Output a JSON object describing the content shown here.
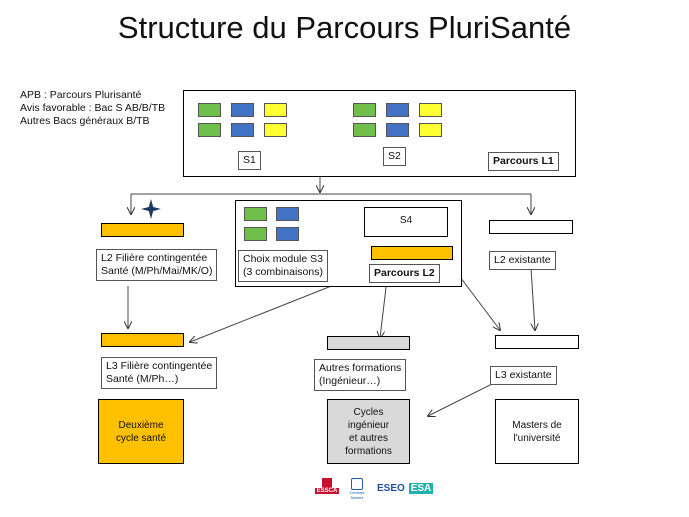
{
  "title": "Structure du Parcours PluriSanté",
  "intro": [
    "APB : Parcours Plurisanté",
    "Avis favorable : Bac S AB/B/TB",
    "Autres Bacs généraux B/TB"
  ],
  "l1": {
    "s1": "S1",
    "s2": "S2",
    "parcours": "Parcours L1"
  },
  "middle": {
    "s4": "S4",
    "choix_module": [
      "Choix module S3",
      "(3 combinaisons)"
    ],
    "parcours": "Parcours L2"
  },
  "left": {
    "l2": [
      "L2  Filière contingentée",
      "Santé (M/Ph/Mai/MK/O)"
    ],
    "l3": [
      "L3  Filière contingentée",
      "Santé (M/Ph…)"
    ],
    "box": [
      "Deuxième",
      "cycle santé"
    ]
  },
  "center": {
    "autres": [
      "Autres formations",
      "(Ingénieur…)"
    ],
    "box": [
      "Cycles",
      "ingénieur",
      "et autres",
      "formations"
    ]
  },
  "right": {
    "l2": "L2 existante",
    "l3": "L3 existante",
    "box": [
      "Masters de",
      "l'université"
    ]
  },
  "logos": [
    "ESSCA",
    "Centrale Nantes",
    "ESEO",
    "ESA"
  ],
  "colors": {
    "green": "#70bf4a",
    "blue": "#4472c4",
    "yellow": "#ffff33",
    "orange": "#ffc000",
    "grey": "#d9d9d9"
  }
}
